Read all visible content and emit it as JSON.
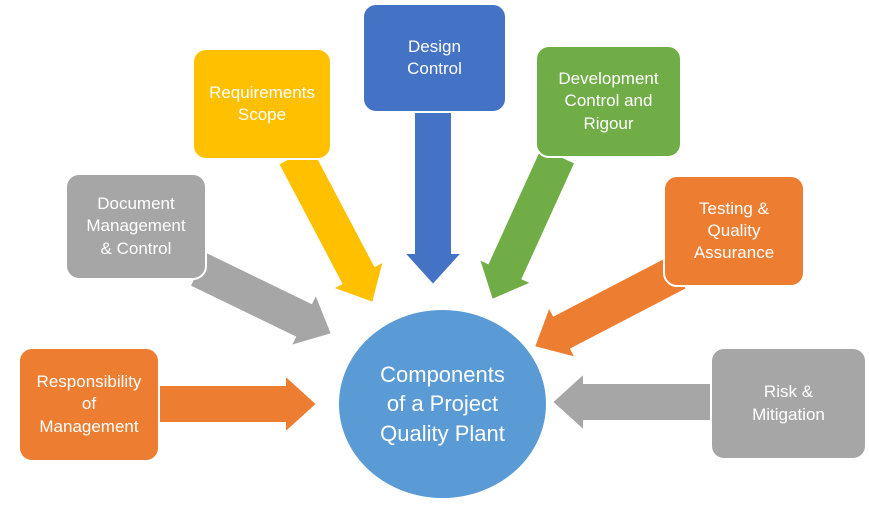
{
  "diagram": {
    "center": {
      "label": "Components\nof a Project\nQuality Plant",
      "color": "#5B9BD5",
      "text_color": "#FFFFFF"
    },
    "boxes": [
      {
        "id": "responsibility-of-management",
        "label": "Responsibility\nof\nManagement",
        "color": "#ED7D31"
      },
      {
        "id": "document-management-control",
        "label": "Document\nManagement\n& Control",
        "color": "#A6A6A6"
      },
      {
        "id": "requirements-scope",
        "label": "Requirements\nScope",
        "color": "#FFC000"
      },
      {
        "id": "design-control",
        "label": "Design\nControl",
        "color": "#4472C4"
      },
      {
        "id": "development-control-rigour",
        "label": "Development\nControl and\nRigour",
        "color": "#70AD47"
      },
      {
        "id": "testing-quality-assurance",
        "label": "Testing &\nQuality\nAssurance",
        "color": "#ED7D31"
      },
      {
        "id": "risk-mitigation",
        "label": "Risk &\nMitigation",
        "color": "#A6A6A6"
      }
    ],
    "arrows": [
      {
        "from": "responsibility-of-management",
        "direction": "right",
        "color": "#ED7D31"
      },
      {
        "from": "document-management-control",
        "direction": "down-right",
        "color": "#A6A6A6"
      },
      {
        "from": "requirements-scope",
        "direction": "down-right",
        "color": "#FFC000"
      },
      {
        "from": "design-control",
        "direction": "down",
        "color": "#4472C4"
      },
      {
        "from": "development-control-rigour",
        "direction": "down-left",
        "color": "#70AD47"
      },
      {
        "from": "testing-quality-assurance",
        "direction": "down-left",
        "color": "#ED7D31"
      },
      {
        "from": "risk-mitigation",
        "direction": "left",
        "color": "#A6A6A6"
      }
    ],
    "palette": {
      "orange": "#ED7D31",
      "gray": "#A6A6A6",
      "yellow": "#FFC000",
      "blue": "#4472C4",
      "green": "#70AD47",
      "circle_blue": "#5B9BD5",
      "text": "#FFFFFF",
      "background": "#FFFFFF"
    }
  }
}
